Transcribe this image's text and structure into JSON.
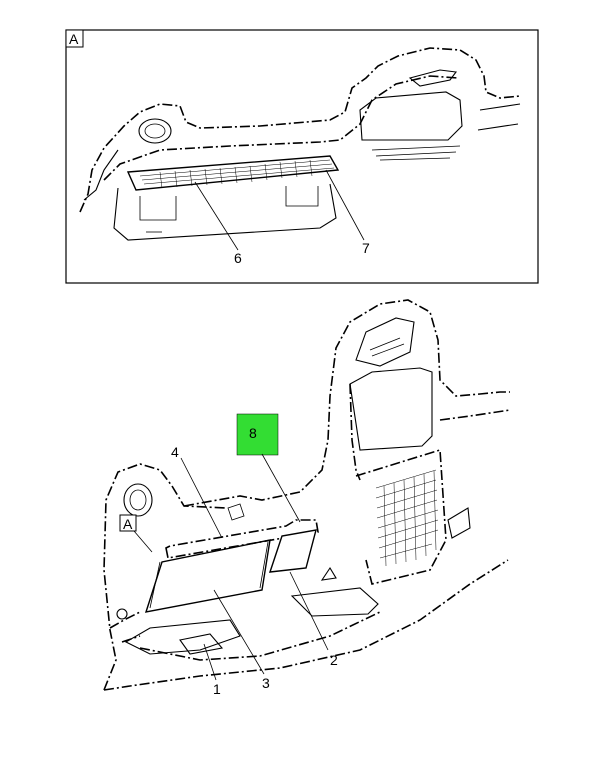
{
  "detail_view": {
    "frame_label": "A",
    "callouts": [
      "6",
      "7"
    ]
  },
  "main_view": {
    "detail_ref_label": "A",
    "highlight_callout": "8",
    "callouts": [
      "1",
      "2",
      "3",
      "4"
    ]
  },
  "colors": {
    "highlight": "#33dd33",
    "line": "#000000"
  }
}
